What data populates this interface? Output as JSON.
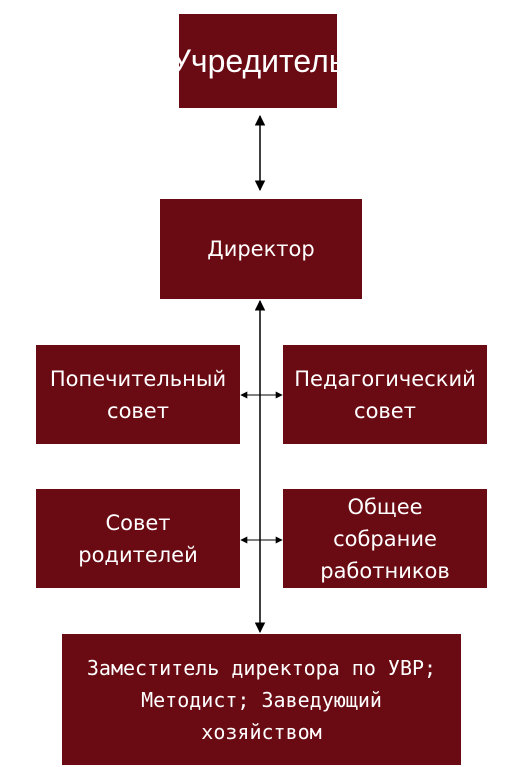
{
  "org_chart": {
    "founder": [
      "Учредитель"
    ],
    "director": [
      "Директор"
    ],
    "trustee_council": [
      "Попечительный",
      "совет"
    ],
    "pedagogical_council": [
      "Педагогический",
      "совет"
    ],
    "parents_council": [
      "Совет",
      "родителей"
    ],
    "general_meeting": [
      "Общее",
      "собрание",
      "работников"
    ],
    "deputies": [
      "Заместитель директора по УВР;",
      "Методист; Заведующий",
      "хозяйством"
    ]
  },
  "colors": {
    "box_fill": "#6a0a12",
    "box_text": "#ffffff",
    "connector": "#000000"
  }
}
